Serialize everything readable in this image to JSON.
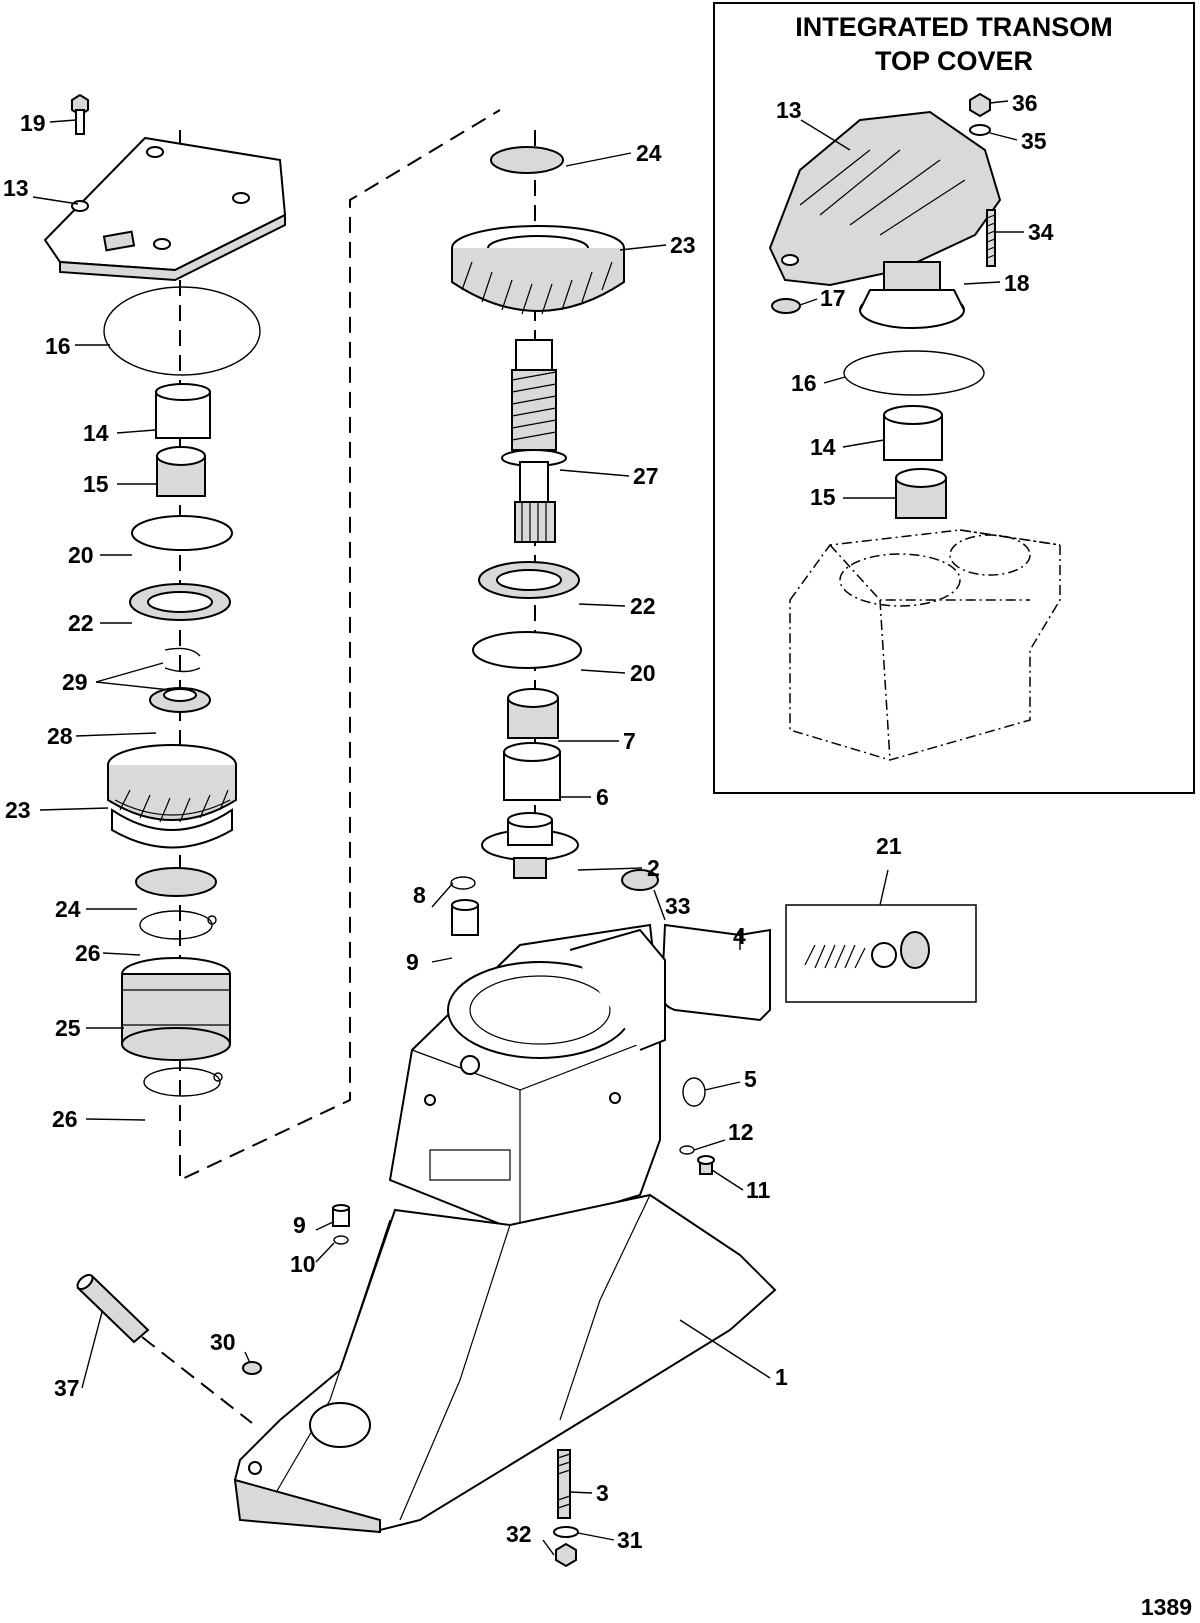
{
  "inset": {
    "title_line1": "INTEGRATED TRANSOM",
    "title_line2": "TOP COVER"
  },
  "figure_number": "1389",
  "callouts": {
    "c19": "19",
    "c13a": "13",
    "c16a": "16",
    "c14a": "14",
    "c15a": "15",
    "c20a": "20",
    "c22a": "22",
    "c29": "29",
    "c28": "28",
    "c23a": "23",
    "c24a": "24",
    "c26a": "26",
    "c25": "25",
    "c26b": "26",
    "c24b": "24",
    "c23b": "23",
    "c27": "27",
    "c22b": "22",
    "c20b": "20",
    "c7": "7",
    "c6": "6",
    "c2": "2",
    "c8": "8",
    "c9a": "9",
    "c33": "33",
    "c4": "4",
    "c21": "21",
    "c5": "5",
    "c12": "12",
    "c11": "11",
    "c9b": "9",
    "c10": "10",
    "c30": "30",
    "c37": "37",
    "c1": "1",
    "c3": "3",
    "c32": "32",
    "c31": "31",
    "c13b": "13",
    "c36": "36",
    "c35": "35",
    "c34": "34",
    "c18": "18",
    "c17": "17",
    "c16b": "16",
    "c14b": "14",
    "c15b": "15"
  }
}
